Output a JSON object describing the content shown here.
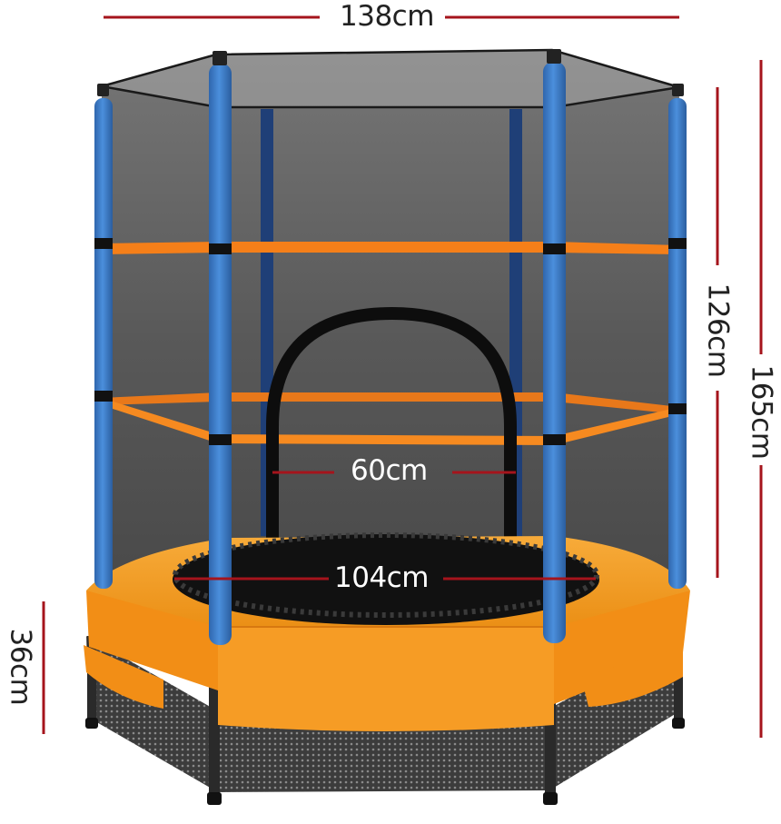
{
  "product": {
    "name_icon": "kids-trampoline-with-safety-net-illustration"
  },
  "dimensions": {
    "top_width": "138cm",
    "net_height": "126cm",
    "total_height": "165cm",
    "door_width": "60cm",
    "mat_diameter": "104cm",
    "base_height": "36cm"
  },
  "colors": {
    "dimension_line": "#a5141c",
    "frame_pole_foam": "#3f7ecb",
    "pad_orange": "#f39a1d",
    "band_orange": "#f57f19",
    "net_dark": "#3c3c3c",
    "mat_black": "#111111",
    "legs": "#2a2a2a",
    "background": "#ffffff"
  }
}
